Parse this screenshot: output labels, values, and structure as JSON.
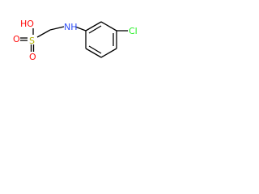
{
  "molecule": {
    "atom_labels": {
      "hydroxyl": "HO",
      "sulfur": "S",
      "oxygen_top": "O",
      "oxygen_bottom": "O",
      "amine": "NH",
      "chlorine": "Cl"
    },
    "colors": {
      "bond": "#000000",
      "oxygen": "#ff0d0d",
      "sulfur": "#b2b200",
      "nitrogen": "#3050f8",
      "chlorine": "#1ff01f"
    }
  }
}
